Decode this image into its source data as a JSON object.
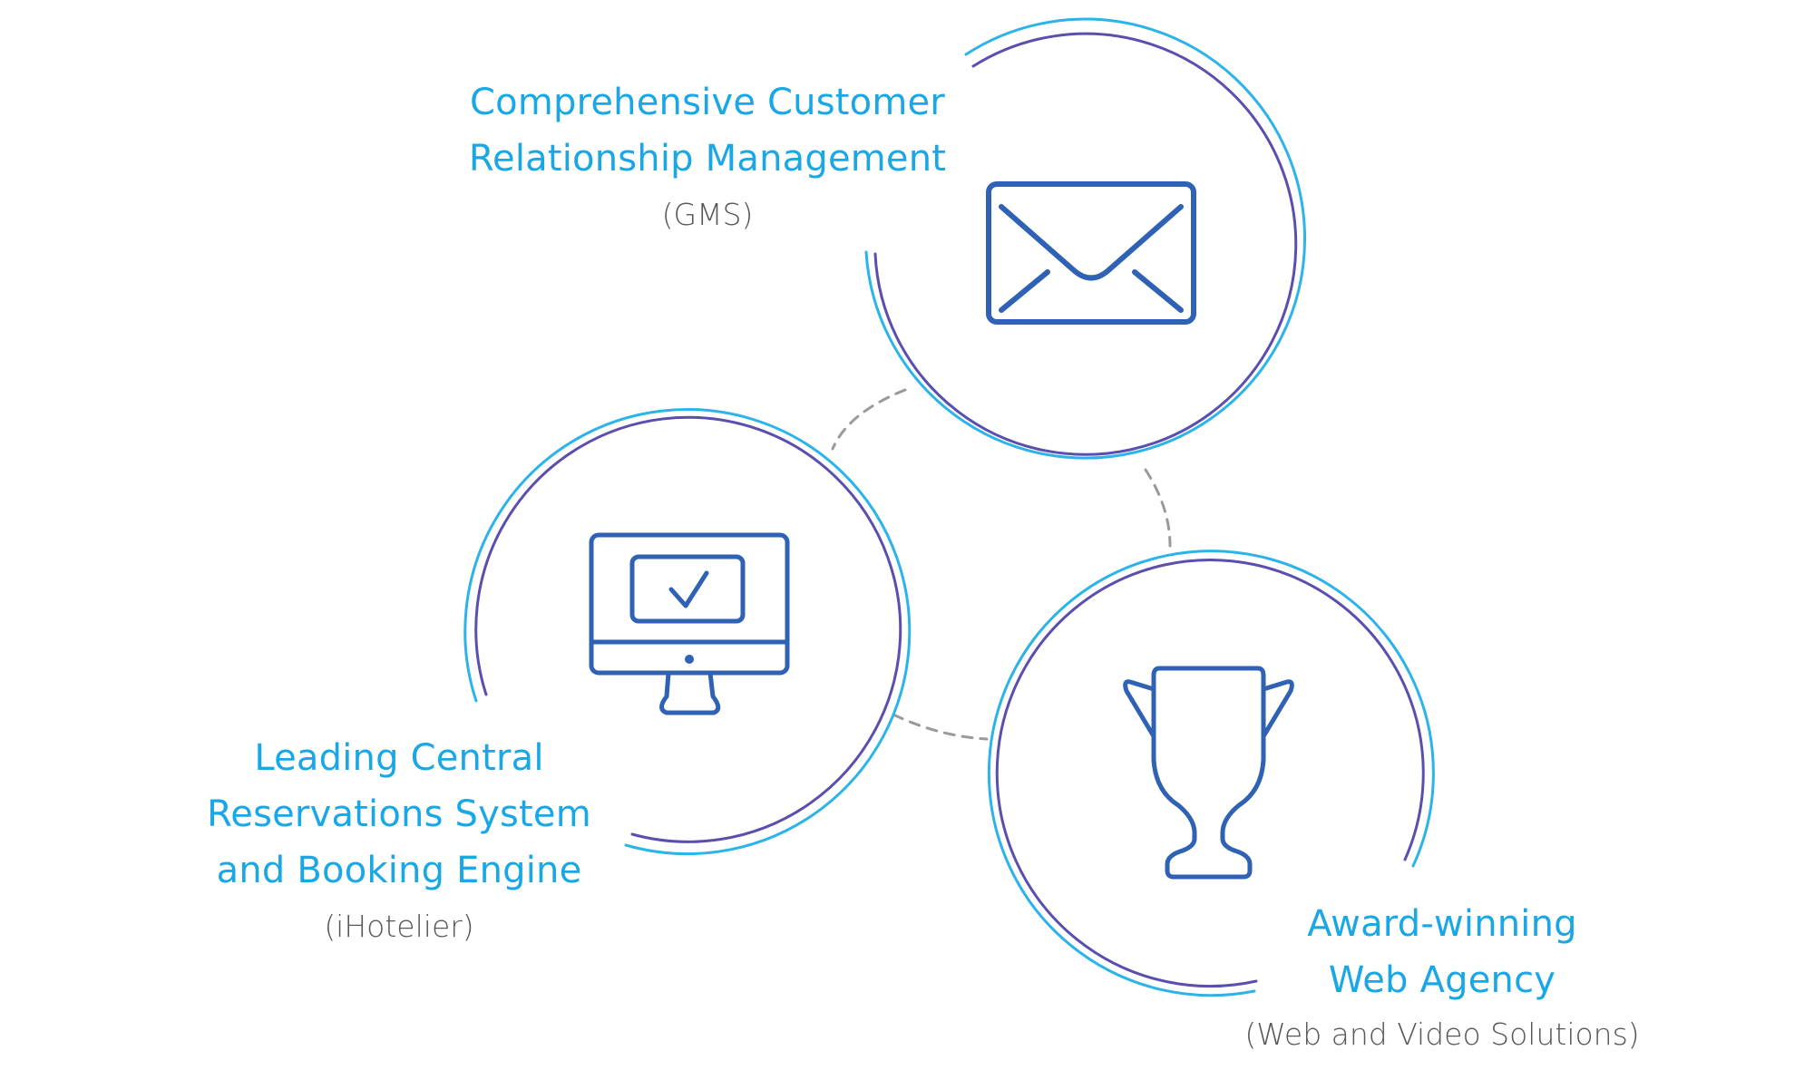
{
  "colors": {
    "outer_ring": "#2bb3ea",
    "inner_ring": "#5a4fae",
    "icon": "#2f62b4",
    "connector": "#9a9a9a",
    "title_text": "#1aa7e6",
    "subtitle_text": "#55575a"
  },
  "nodes": [
    {
      "id": "crm",
      "icon": "envelope-icon",
      "title_lines": [
        "Comprehensive Customer",
        "Relationship Management"
      ],
      "subtitle": "(GMS)"
    },
    {
      "id": "crs",
      "icon": "monitor-check-icon",
      "title_lines": [
        "Leading Central",
        "Reservations System",
        "and Booking Engine"
      ],
      "subtitle": "(iHotelier)"
    },
    {
      "id": "web",
      "icon": "trophy-icon",
      "title_lines": [
        "Award-winning",
        "Web Agency"
      ],
      "subtitle": "(Web and Video Solutions)"
    }
  ]
}
